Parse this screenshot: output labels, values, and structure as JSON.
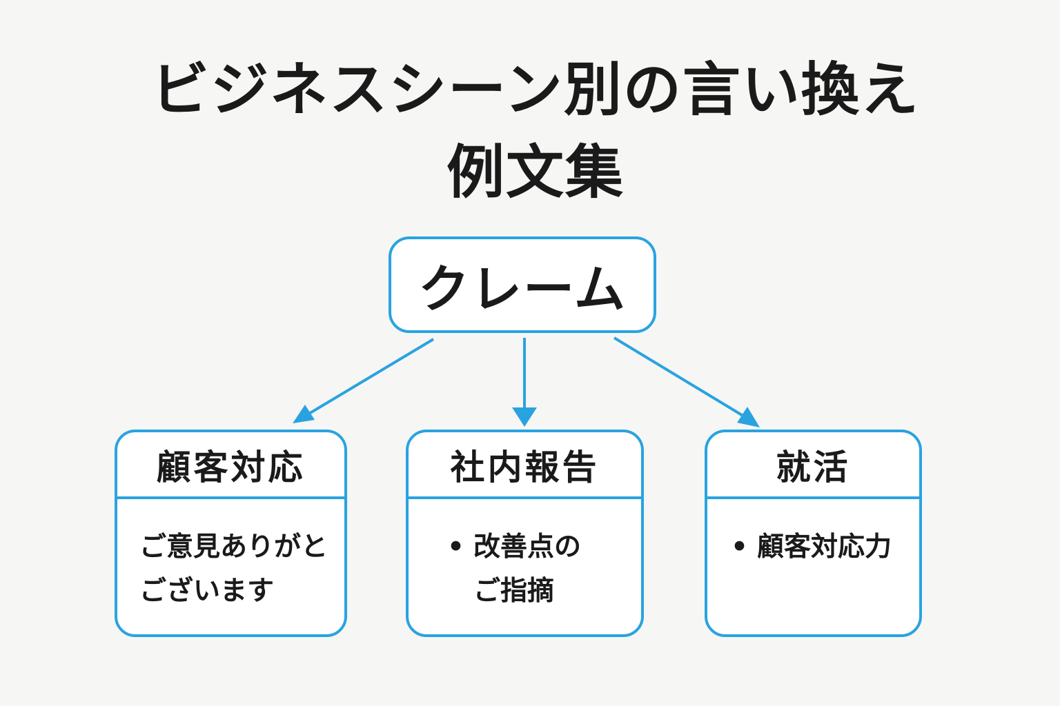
{
  "title": {
    "line1": "ビジネスシーン別の言い換え",
    "line2": "例文集"
  },
  "root": {
    "label": "クレーム"
  },
  "colors": {
    "accent": "#29a3e0",
    "background": "#f6f6f4",
    "text": "#1a1a1a",
    "card": "#ffffff"
  },
  "cards": [
    {
      "title": "顧客対応",
      "bullet": "",
      "lines": [
        "ご意見ありがと",
        "ございます"
      ]
    },
    {
      "title": "社内報告",
      "bullet": "•",
      "lines": [
        "改善点の",
        "ご指摘"
      ]
    },
    {
      "title": "就活",
      "bullet": "•",
      "lines": [
        "顧客対応力"
      ]
    }
  ]
}
